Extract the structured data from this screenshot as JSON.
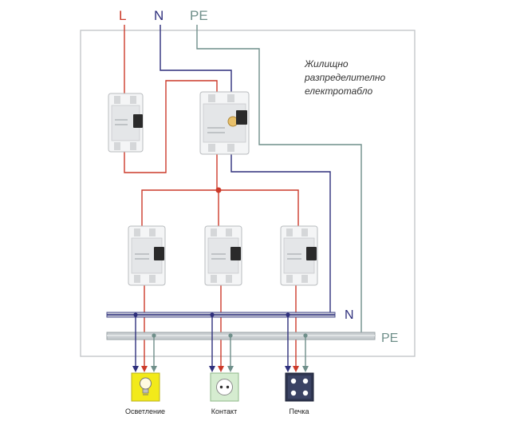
{
  "labels": {
    "l": "L",
    "n": "N",
    "pe": "PE",
    "panel_title_line1": "Жилищно",
    "panel_title_line2": "разпределително",
    "panel_title_line3": "електротабло",
    "bus_n": "N",
    "bus_pe": "PE"
  },
  "loads": [
    {
      "name": "Осветление",
      "icon": "light-bulb-icon",
      "color": "#f2ea1a"
    },
    {
      "name": "Контакт",
      "icon": "socket-icon",
      "color": "#d5ecd0"
    },
    {
      "name": "Печка",
      "icon": "stove-icon",
      "color": "#2e3550"
    }
  ],
  "colors": {
    "phase": "#cc3a2a",
    "neutral": "#2e2f7c",
    "pe": "#6f8f8a",
    "panel_border": "#bfc3c6"
  }
}
